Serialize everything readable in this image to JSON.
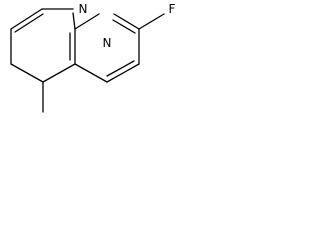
{
  "molecule": {
    "atoms": {
      "n1": "N",
      "n8": "N",
      "f": "F"
    },
    "colors": {
      "bond": "#000000",
      "label": "#000000",
      "background": "#ffffff"
    }
  }
}
